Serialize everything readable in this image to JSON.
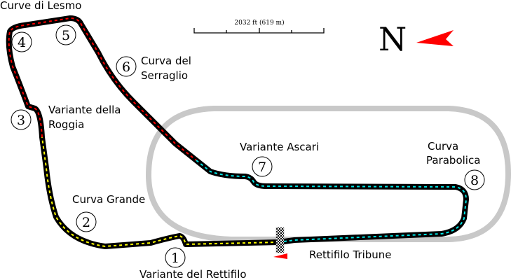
{
  "scale_bar": {
    "label": "2032 ft (619 m)"
  },
  "compass": {
    "letter": "N"
  },
  "colors": {
    "track": "#000000",
    "sector1": "#ffff00",
    "sector2": "#ff0000",
    "sector3": "#00e5e5",
    "oval": "#c8c8c8",
    "arrow": "#ff0000"
  },
  "turns": [
    {
      "number": "1",
      "name": "Variante del Rettifilo"
    },
    {
      "number": "2",
      "name": "Curva Grande"
    },
    {
      "number": "3",
      "name_line1": "Variante della",
      "name_line2": "Roggia"
    },
    {
      "number": "4",
      "name": "Curve di Lesmo"
    },
    {
      "number": "5"
    },
    {
      "number": "6",
      "name_line1": "Curva del",
      "name_line2": "Serraglio"
    },
    {
      "number": "7",
      "name": "Variante Ascari"
    },
    {
      "number": "8",
      "name_line1": "Curva",
      "name_line2": "Parabolica"
    }
  ],
  "straight": {
    "name": "Rettifilo Tribune"
  }
}
